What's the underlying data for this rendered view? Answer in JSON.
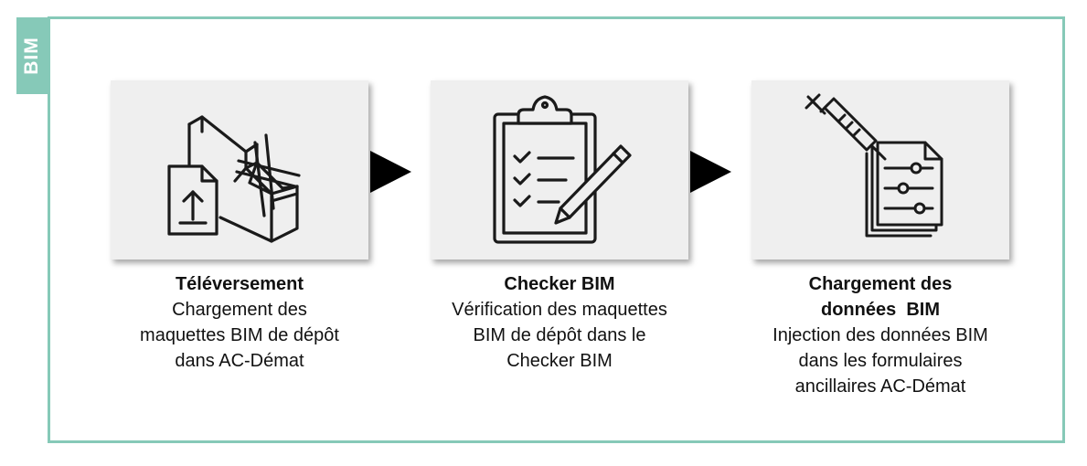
{
  "tag": {
    "label": "BIM"
  },
  "steps": [
    {
      "icon": "bim-model-upload-icon",
      "title": "Téléversement",
      "description_lines": [
        "Chargement des",
        "maquettes BIM de dépôt",
        "dans AC-Démat"
      ]
    },
    {
      "icon": "clipboard-checklist-pencil-icon",
      "title": "Checker BIM",
      "description_lines": [
        "Vérification des maquettes",
        "BIM de dépôt dans le",
        "Checker BIM"
      ]
    },
    {
      "icon": "syringe-forms-icon",
      "title_lines": [
        "Chargement des",
        "données  BIM"
      ],
      "description_lines": [
        "Injection des données BIM",
        "dans les formulaires",
        "ancillaires AC-Démat"
      ]
    }
  ],
  "connectors": [
    "arrow-right-icon",
    "arrow-right-icon"
  ],
  "colors": {
    "accent": "#86c9b8",
    "card_bg": "#efefef",
    "text": "#111111",
    "icon": "#1a1a1a"
  }
}
